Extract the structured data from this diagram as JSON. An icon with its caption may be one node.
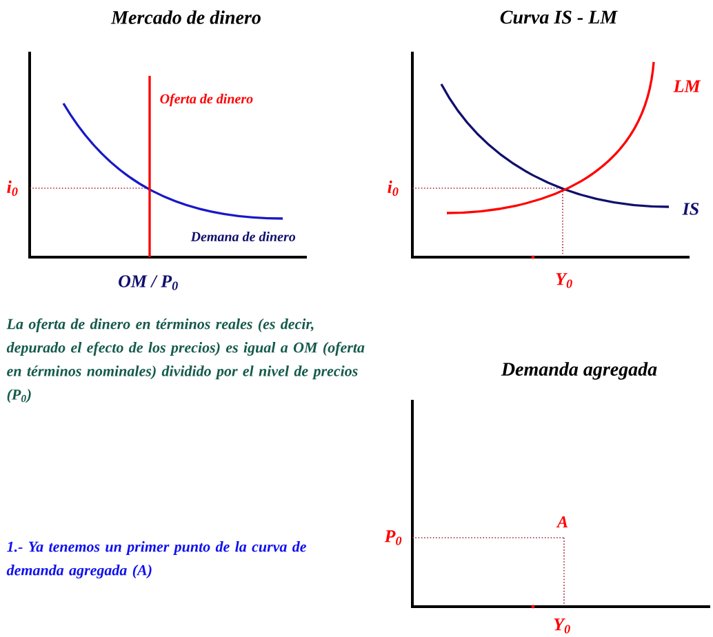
{
  "diagram": {
    "labels": [
      "Mercado de dinero",
      "Curva IS - LM",
      "Oferta de dinero",
      "LM",
      "i$_{0}$",
      "i$_{0}$",
      "IS",
      "Demana de dinero",
      "OM / P$_{0}$",
      "Y$_{0}$",
      "La oferta de dinero en términos reales (es decir, depurado el efecto de los precios) es igual a OM (oferta en términos nominales) dividido por el nivel de precios (P$_{0}$)",
      "Demanda agregada",
      "A",
      "P$_{0}$",
      "1.- Ya tenemos un primer punto de la curva de demanda agregada (A)",
      "Y$_{0}$"
    ]
  }
}
